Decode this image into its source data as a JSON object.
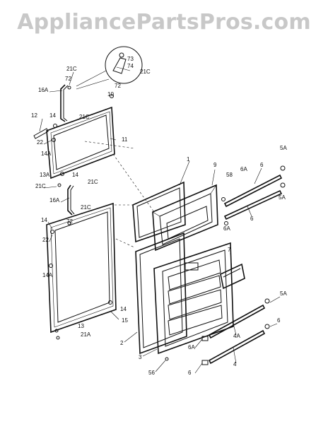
{
  "watermark": "AppliancePartsPros.com",
  "callouts": {
    "c21C_a": "21C",
    "c72_a": "72",
    "c16A_a": "16A",
    "c73": "73",
    "c74": "74",
    "c21C_b": "21C",
    "c72_b": "72",
    "c10": "10",
    "c12": "12",
    "c14_a": "14",
    "c21C_c": "21C",
    "c22_a": "22",
    "c11": "11",
    "c14A_a": "14A",
    "c13A": "13A",
    "c14_b": "14",
    "c21C_d": "21C",
    "c21C_e": "21C",
    "c16A_b": "16A",
    "c21C_f": "21C",
    "c72_c": "72",
    "c14_c": "14",
    "c22_b": "22",
    "c14A_b": "14A",
    "c14_d": "14",
    "c15": "15",
    "c13": "13",
    "c21A": "21A",
    "c1": "1",
    "c9": "9",
    "c58": "58",
    "c6A_a": "6A",
    "c6_a": "6",
    "c5A_a": "5A",
    "c5A_b": "5A",
    "c6_b": "6",
    "c6A_b": "6A",
    "c7": "7",
    "c2": "2",
    "c3": "3",
    "c5A_c": "5A",
    "c6_c": "6",
    "c4A": "4A",
    "c6A_c": "6A",
    "c4": "4",
    "c6_d": "6",
    "c56": "56"
  }
}
